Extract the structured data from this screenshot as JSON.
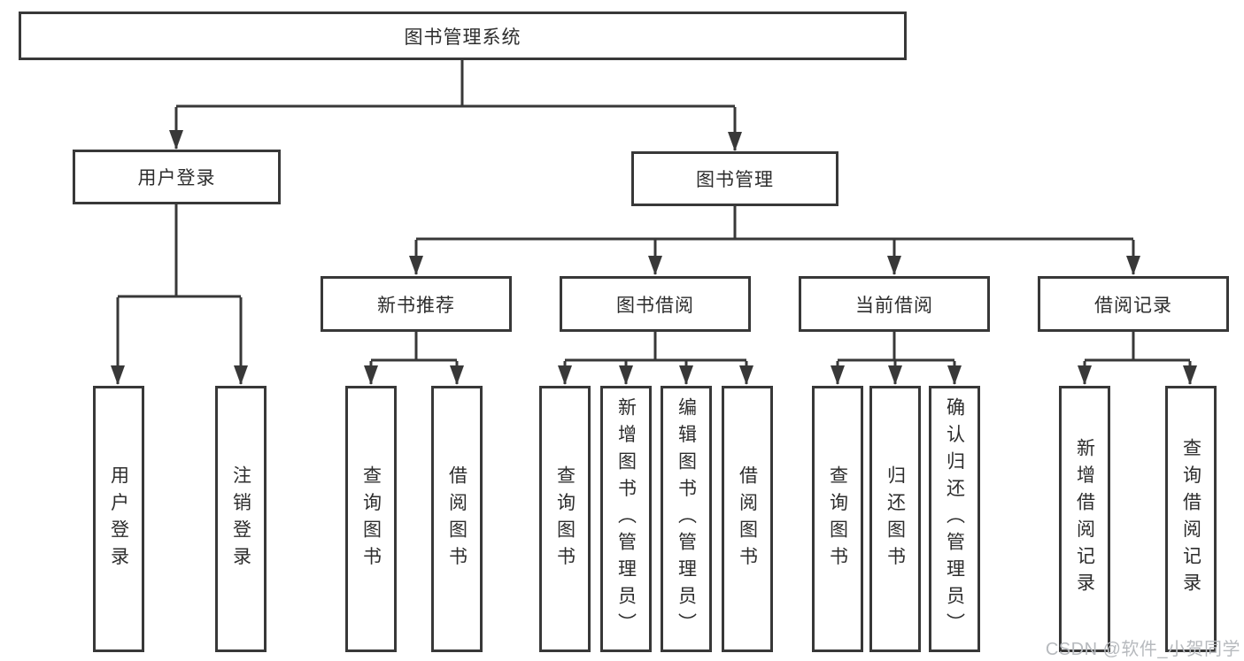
{
  "diagram": {
    "root": {
      "label": "图书管理系统"
    },
    "level2": [
      {
        "id": "user-login",
        "label": "用户登录"
      },
      {
        "id": "book-management",
        "label": "图书管理"
      }
    ],
    "level3": [
      {
        "id": "new-book-recommend",
        "label": "新书推荐"
      },
      {
        "id": "book-borrow",
        "label": "图书借阅"
      },
      {
        "id": "current-borrow",
        "label": "当前借阅"
      },
      {
        "id": "borrow-records",
        "label": "借阅记录"
      }
    ],
    "leaves": [
      {
        "parent": "user-login",
        "label": "用户登录"
      },
      {
        "parent": "user-login",
        "label": "注销登录"
      },
      {
        "parent": "new-book-recommend",
        "label": "查询图书"
      },
      {
        "parent": "new-book-recommend",
        "label": "借阅图书"
      },
      {
        "parent": "book-borrow",
        "label": "查询图书"
      },
      {
        "parent": "book-borrow",
        "label": "新增图书（管理员）"
      },
      {
        "parent": "book-borrow",
        "label": "编辑图书（管理员）"
      },
      {
        "parent": "book-borrow",
        "label": "借阅图书"
      },
      {
        "parent": "current-borrow",
        "label": "查询图书"
      },
      {
        "parent": "current-borrow",
        "label": "归还图书"
      },
      {
        "parent": "current-borrow",
        "label": "确认归还（管理员）"
      },
      {
        "parent": "borrow-records",
        "label": "新增借阅记录"
      },
      {
        "parent": "borrow-records",
        "label": "查询借阅记录"
      }
    ]
  },
  "watermark": {
    "text": "CSDN @软件_小贺同学"
  },
  "colors": {
    "line": "#383838",
    "box_border": "#383838",
    "text": "#2d2d2d",
    "background": "#ffffff",
    "watermark": "#b7babe"
  }
}
